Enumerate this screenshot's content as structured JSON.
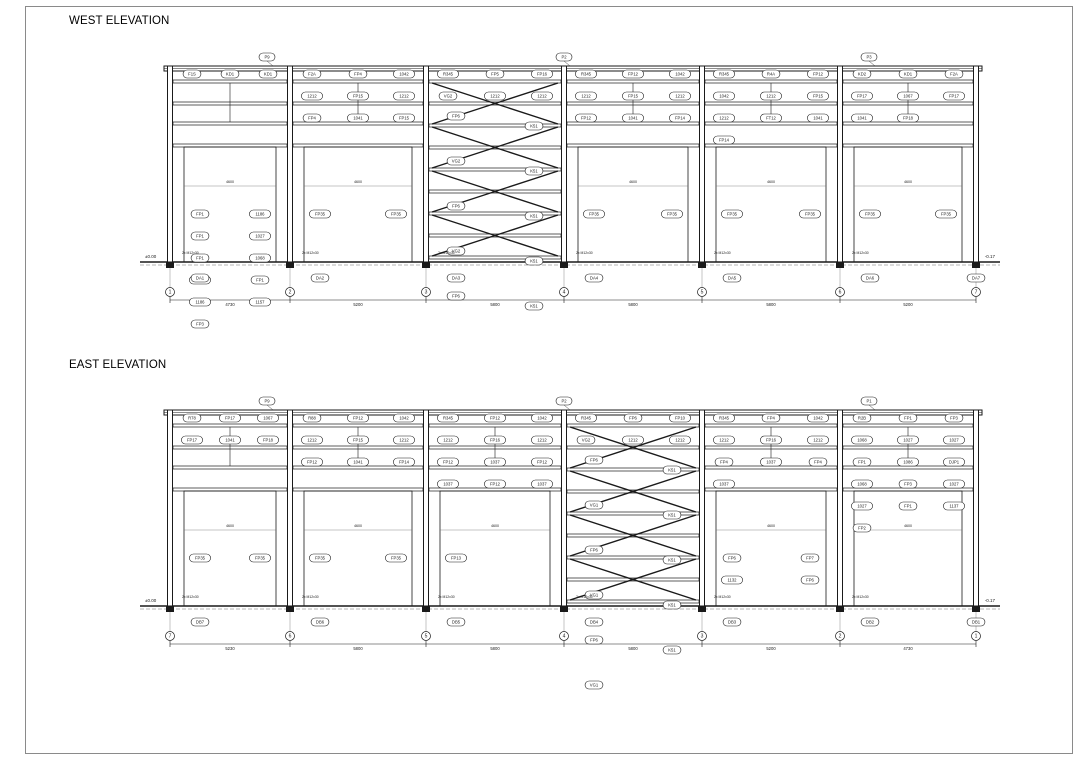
{
  "drawing": {
    "colors": {
      "ink": "#1a1a1a",
      "light": "#6f6f6f",
      "sheet_border": "#8a8a8a"
    }
  },
  "elevations": [
    {
      "id": "west",
      "title": "WEST ELEVATION",
      "grid": [
        "1",
        "2",
        "3",
        "4",
        "5",
        "6",
        "7"
      ],
      "bay_dims": [
        "4730",
        "5200",
        "5800",
        "5800",
        "5800",
        "5200"
      ],
      "level_left": "±0.00",
      "level_right": "-0.17",
      "top_labels": [
        "P9",
        "P2",
        "P3"
      ],
      "bays": [
        {
          "top": [
            "F1S",
            "KD1",
            "KD1"
          ],
          "mid": [
            "FP1",
            "1186",
            "FP1",
            "1027",
            "FP1",
            "1068",
            "DJP1",
            "FP1",
            "1186",
            "1157",
            "FP3"
          ],
          "base": "DA1"
        },
        {
          "top": [
            "F2A",
            "FP4",
            "1042",
            "1212",
            "FP15",
            "1212",
            "FP4",
            "1041",
            "FP15"
          ],
          "mid": [
            "FP35",
            "FP35"
          ],
          "base": "DA2"
        },
        {
          "top": [
            "R345",
            "FP5",
            "FP16",
            "VG2",
            "1212",
            "1212"
          ],
          "mid": [
            "FP6",
            "K51",
            "VG2",
            "K51",
            "FP6",
            "K51",
            "VG2",
            "K51",
            "FP6",
            "K51"
          ],
          "base": "DA3"
        },
        {
          "top": [
            "R345",
            "FP12",
            "1042",
            "1212",
            "FP15",
            "1212",
            "FP12",
            "1041",
            "FP14"
          ],
          "mid": [
            "FP35",
            "FP35"
          ],
          "base": "DA4"
        },
        {
          "top": [
            "R345",
            "R4A",
            "FP12",
            "1042",
            "1212",
            "FP15",
            "1212",
            "FT12",
            "1041",
            "FP14"
          ],
          "mid": [
            "FP35",
            "FP35"
          ],
          "base": "DA5"
        },
        {
          "top": [
            "KD2",
            "KD1",
            "F2A",
            "FP17",
            "1067",
            "FP17",
            "1041",
            "FP18"
          ],
          "mid": [
            "FP35",
            "FP35"
          ],
          "base": "DA6"
        }
      ],
      "end_base": "DA7",
      "member_note": "2x M12x30",
      "span_note": "4600"
    },
    {
      "id": "east",
      "title": "EAST ELEVATION",
      "grid": [
        "7",
        "6",
        "5",
        "4",
        "3",
        "2",
        "1"
      ],
      "bay_dims": [
        "5230",
        "5800",
        "5800",
        "5800",
        "5200",
        "4730"
      ],
      "level_left": "±0.00",
      "level_right": "-0.17",
      "top_labels": [
        "P9",
        "P2",
        "P1"
      ],
      "bays": [
        {
          "top": [
            "R78",
            "FP17",
            "1067",
            "FP17",
            "1041",
            "FP18"
          ],
          "mid": [
            "FP35",
            "FP35"
          ],
          "base": "DB7"
        },
        {
          "top": [
            "R88",
            "FP12",
            "1042",
            "1212",
            "FP15",
            "1212",
            "FP12",
            "1041",
            "FP14"
          ],
          "mid": [
            "FP35",
            "FP35"
          ],
          "base": "DB6"
        },
        {
          "top": [
            "R345",
            "FP12",
            "1042",
            "1212",
            "FP16",
            "1212",
            "FP12",
            "1037",
            "FP12",
            "1037",
            "FP12",
            "1037"
          ],
          "mid": [
            "FP13"
          ],
          "base": "DB5"
        },
        {
          "top": [
            "R345",
            "FP6",
            "FP10",
            "VG2",
            "1212",
            "1212"
          ],
          "mid": [
            "FP6",
            "K51",
            "VG1",
            "K51",
            "FP6",
            "K51",
            "VG1",
            "K51",
            "FP6",
            "K51",
            "VG1"
          ],
          "base": "DB4"
        },
        {
          "top": [
            "R345",
            "FP4",
            "1042",
            "1212",
            "FP16",
            "1212",
            "FP4",
            "1037",
            "FP4",
            "1037"
          ],
          "mid": [
            "FP6",
            "FP7",
            "1132",
            "FP6"
          ],
          "base": "DB3"
        },
        {
          "top": [
            "R2B",
            "FP1",
            "FP3",
            "1068",
            "1027",
            "1027",
            "FP1",
            "1086",
            "DJP1",
            "1068",
            "FP3",
            "1027",
            "1027",
            "FP1",
            "1137",
            "FP2"
          ],
          "mid": [],
          "base": "DB2"
        }
      ],
      "end_base": "DB1",
      "member_note": "2x M12x30",
      "span_note": "4600"
    }
  ]
}
